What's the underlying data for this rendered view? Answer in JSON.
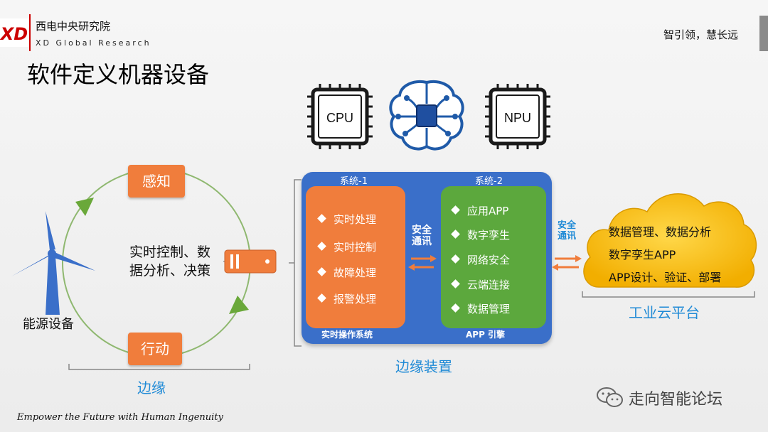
{
  "header": {
    "logo_text": "XD",
    "org_name": "西电中央研究院",
    "org_en": "XD Global Research",
    "slogan": "智引领，慧长远"
  },
  "title": "软件定义机器设备",
  "chips": {
    "cpu": "CPU",
    "npu": "NPU"
  },
  "edge": {
    "perceive": "感知",
    "act": "行动",
    "center_line1": "实时控制、数",
    "center_line2": "据分析、决策",
    "energy_label": "能源设备",
    "label": "边缘"
  },
  "edge_device": {
    "system1_label": "系统-1",
    "system2_label": "系统-2",
    "system1_items": [
      "实时处理",
      "实时控制",
      "故障处理",
      "报警处理"
    ],
    "system2_items": [
      "应用APP",
      "数字孪生",
      "网络安全",
      "云端连接",
      "数据管理"
    ],
    "rtos_label": "实时操作系统",
    "app_engine_label": "APP 引擎",
    "secure_comm": "安全通讯",
    "label": "边缘装置"
  },
  "cloud": {
    "secure_comm": "安全通讯",
    "line1": "数据管理、数据分析",
    "line2": "数字孪生APP",
    "line3": "APP设计、验证、部署",
    "label": "工业云平台"
  },
  "footer": {
    "tagline": "Empower the Future with Human Ingenuity",
    "watermark": "走向智能论坛"
  },
  "colors": {
    "orange": "#f07d3c",
    "blue_panel": "#3a6fc9",
    "green": "#5ca83d",
    "cloud_yellow": "#f5b800",
    "label_blue": "#1f8ad6",
    "brand_red": "#cc0000"
  }
}
